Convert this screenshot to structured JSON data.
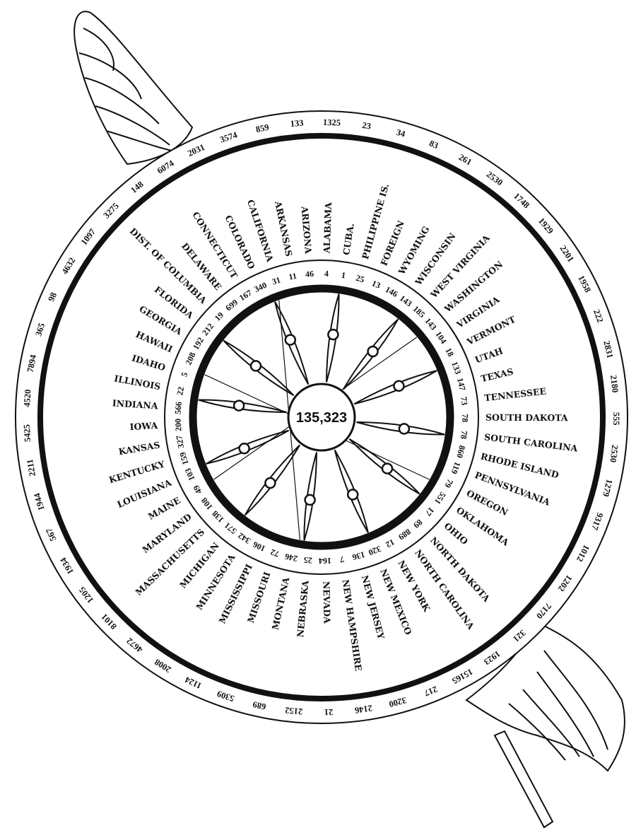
{
  "center_total": "135,323",
  "entries": [
    {
      "name": "ALABAMA",
      "outer": "1325",
      "inner": "4"
    },
    {
      "name": "CUBA.",
      "outer": "23",
      "inner": "1"
    },
    {
      "name": "PHILIPPINE IS.",
      "outer": "34",
      "inner": "25"
    },
    {
      "name": "FOREIGN",
      "outer": "83",
      "inner": "13"
    },
    {
      "name": "WYOMING",
      "outer": "261",
      "inner": "146"
    },
    {
      "name": "WISCONSIN",
      "outer": "2530",
      "inner": "143"
    },
    {
      "name": "WEST VIRGINIA",
      "outer": "1748",
      "inner": "185"
    },
    {
      "name": "WASHINGTON",
      "outer": "1929",
      "inner": "143"
    },
    {
      "name": "VIRGINIA",
      "outer": "2201",
      "inner": "104"
    },
    {
      "name": "VERMONT",
      "outer": "1958",
      "inner": "18"
    },
    {
      "name": "UTAH",
      "outer": "222",
      "inner": "133"
    },
    {
      "name": "TEXAS",
      "outer": "2831",
      "inner": "147"
    },
    {
      "name": "TENNESSEE",
      "outer": "2180",
      "inner": "73"
    },
    {
      "name": "SOUTH DAKOTA",
      "outer": "555",
      "inner": "78"
    },
    {
      "name": "SOUTH CAROLINA",
      "outer": "2530",
      "inner": "78"
    },
    {
      "name": "RHODE ISLAND",
      "outer": "1279",
      "inner": "860"
    },
    {
      "name": "PENNSYLVANIA",
      "outer": "9317",
      "inner": "119"
    },
    {
      "name": "OREGON",
      "outer": "1012",
      "inner": "79"
    },
    {
      "name": "OKLAHOMA",
      "outer": "1202",
      "inner": "551"
    },
    {
      "name": "OHIO",
      "outer": "7170",
      "inner": "17"
    },
    {
      "name": "NORTH DAKOTA",
      "outer": "321",
      "inner": "89"
    },
    {
      "name": "NORTH CAROLINA",
      "outer": "1923",
      "inner": "889"
    },
    {
      "name": "NEW YORK",
      "outer": "15165",
      "inner": "12"
    },
    {
      "name": "NEW MEXICO",
      "outer": "217",
      "inner": "320"
    },
    {
      "name": "NEW JERSEY",
      "outer": "3200",
      "inner": "136"
    },
    {
      "name": "NEW HAMPSHIRE",
      "outer": "2146",
      "inner": "7"
    },
    {
      "name": "NEVADA",
      "outer": "21",
      "inner": "164"
    },
    {
      "name": "NEBRASKA",
      "outer": "2152",
      "inner": "25"
    },
    {
      "name": "MONTANA",
      "outer": "689",
      "inner": "246"
    },
    {
      "name": "MISSOURI",
      "outer": "5309",
      "inner": "72"
    },
    {
      "name": "MISSISSIPPI",
      "outer": "1124",
      "inner": "106"
    },
    {
      "name": "MINNESOTA",
      "outer": "2008",
      "inner": "342"
    },
    {
      "name": "MICHIGAN",
      "outer": "4672",
      "inner": "571"
    },
    {
      "name": "MASSACHUSETTS",
      "outer": "8101",
      "inner": "138"
    },
    {
      "name": "MARYLAND",
      "outer": "1205",
      "inner": "108"
    },
    {
      "name": "MAINE",
      "outer": "1934",
      "inner": "49"
    },
    {
      "name": "LOUISIANA",
      "outer": "567",
      "inner": "103"
    },
    {
      "name": "KENTUCKY",
      "outer": "1944",
      "inner": "159"
    },
    {
      "name": "KANSAS",
      "outer": "2211",
      "inner": "327"
    },
    {
      "name": "IOWA",
      "outer": "5425",
      "inner": "200"
    },
    {
      "name": "INDIANA",
      "outer": "4520",
      "inner": "566"
    },
    {
      "name": "ILLINOIS",
      "outer": "7894",
      "inner": "22"
    },
    {
      "name": "IDAHO",
      "outer": "365",
      "inner": "5"
    },
    {
      "name": "HAWAII",
      "outer": "98",
      "inner": "208"
    },
    {
      "name": "GEORGIA",
      "outer": "4632",
      "inner": "192"
    },
    {
      "name": "FLORIDA",
      "outer": "1097",
      "inner": "212"
    },
    {
      "name": "DIST. OF COLUMBIA",
      "outer": "3275",
      "inner": "19"
    },
    {
      "name": "DELAWARE",
      "outer": "148",
      "inner": "699"
    },
    {
      "name": "CONNECTICUT",
      "outer": "6074",
      "inner": "167"
    },
    {
      "name": "COLORADO",
      "outer": "2031",
      "inner": "340"
    },
    {
      "name": "CALIFORNIA",
      "outer": "3574",
      "inner": "31"
    },
    {
      "name": "ARKANSAS",
      "outer": "859",
      "inner": "11"
    },
    {
      "name": "ARIZONA",
      "outer": "133",
      "inner": "46"
    }
  ]
}
